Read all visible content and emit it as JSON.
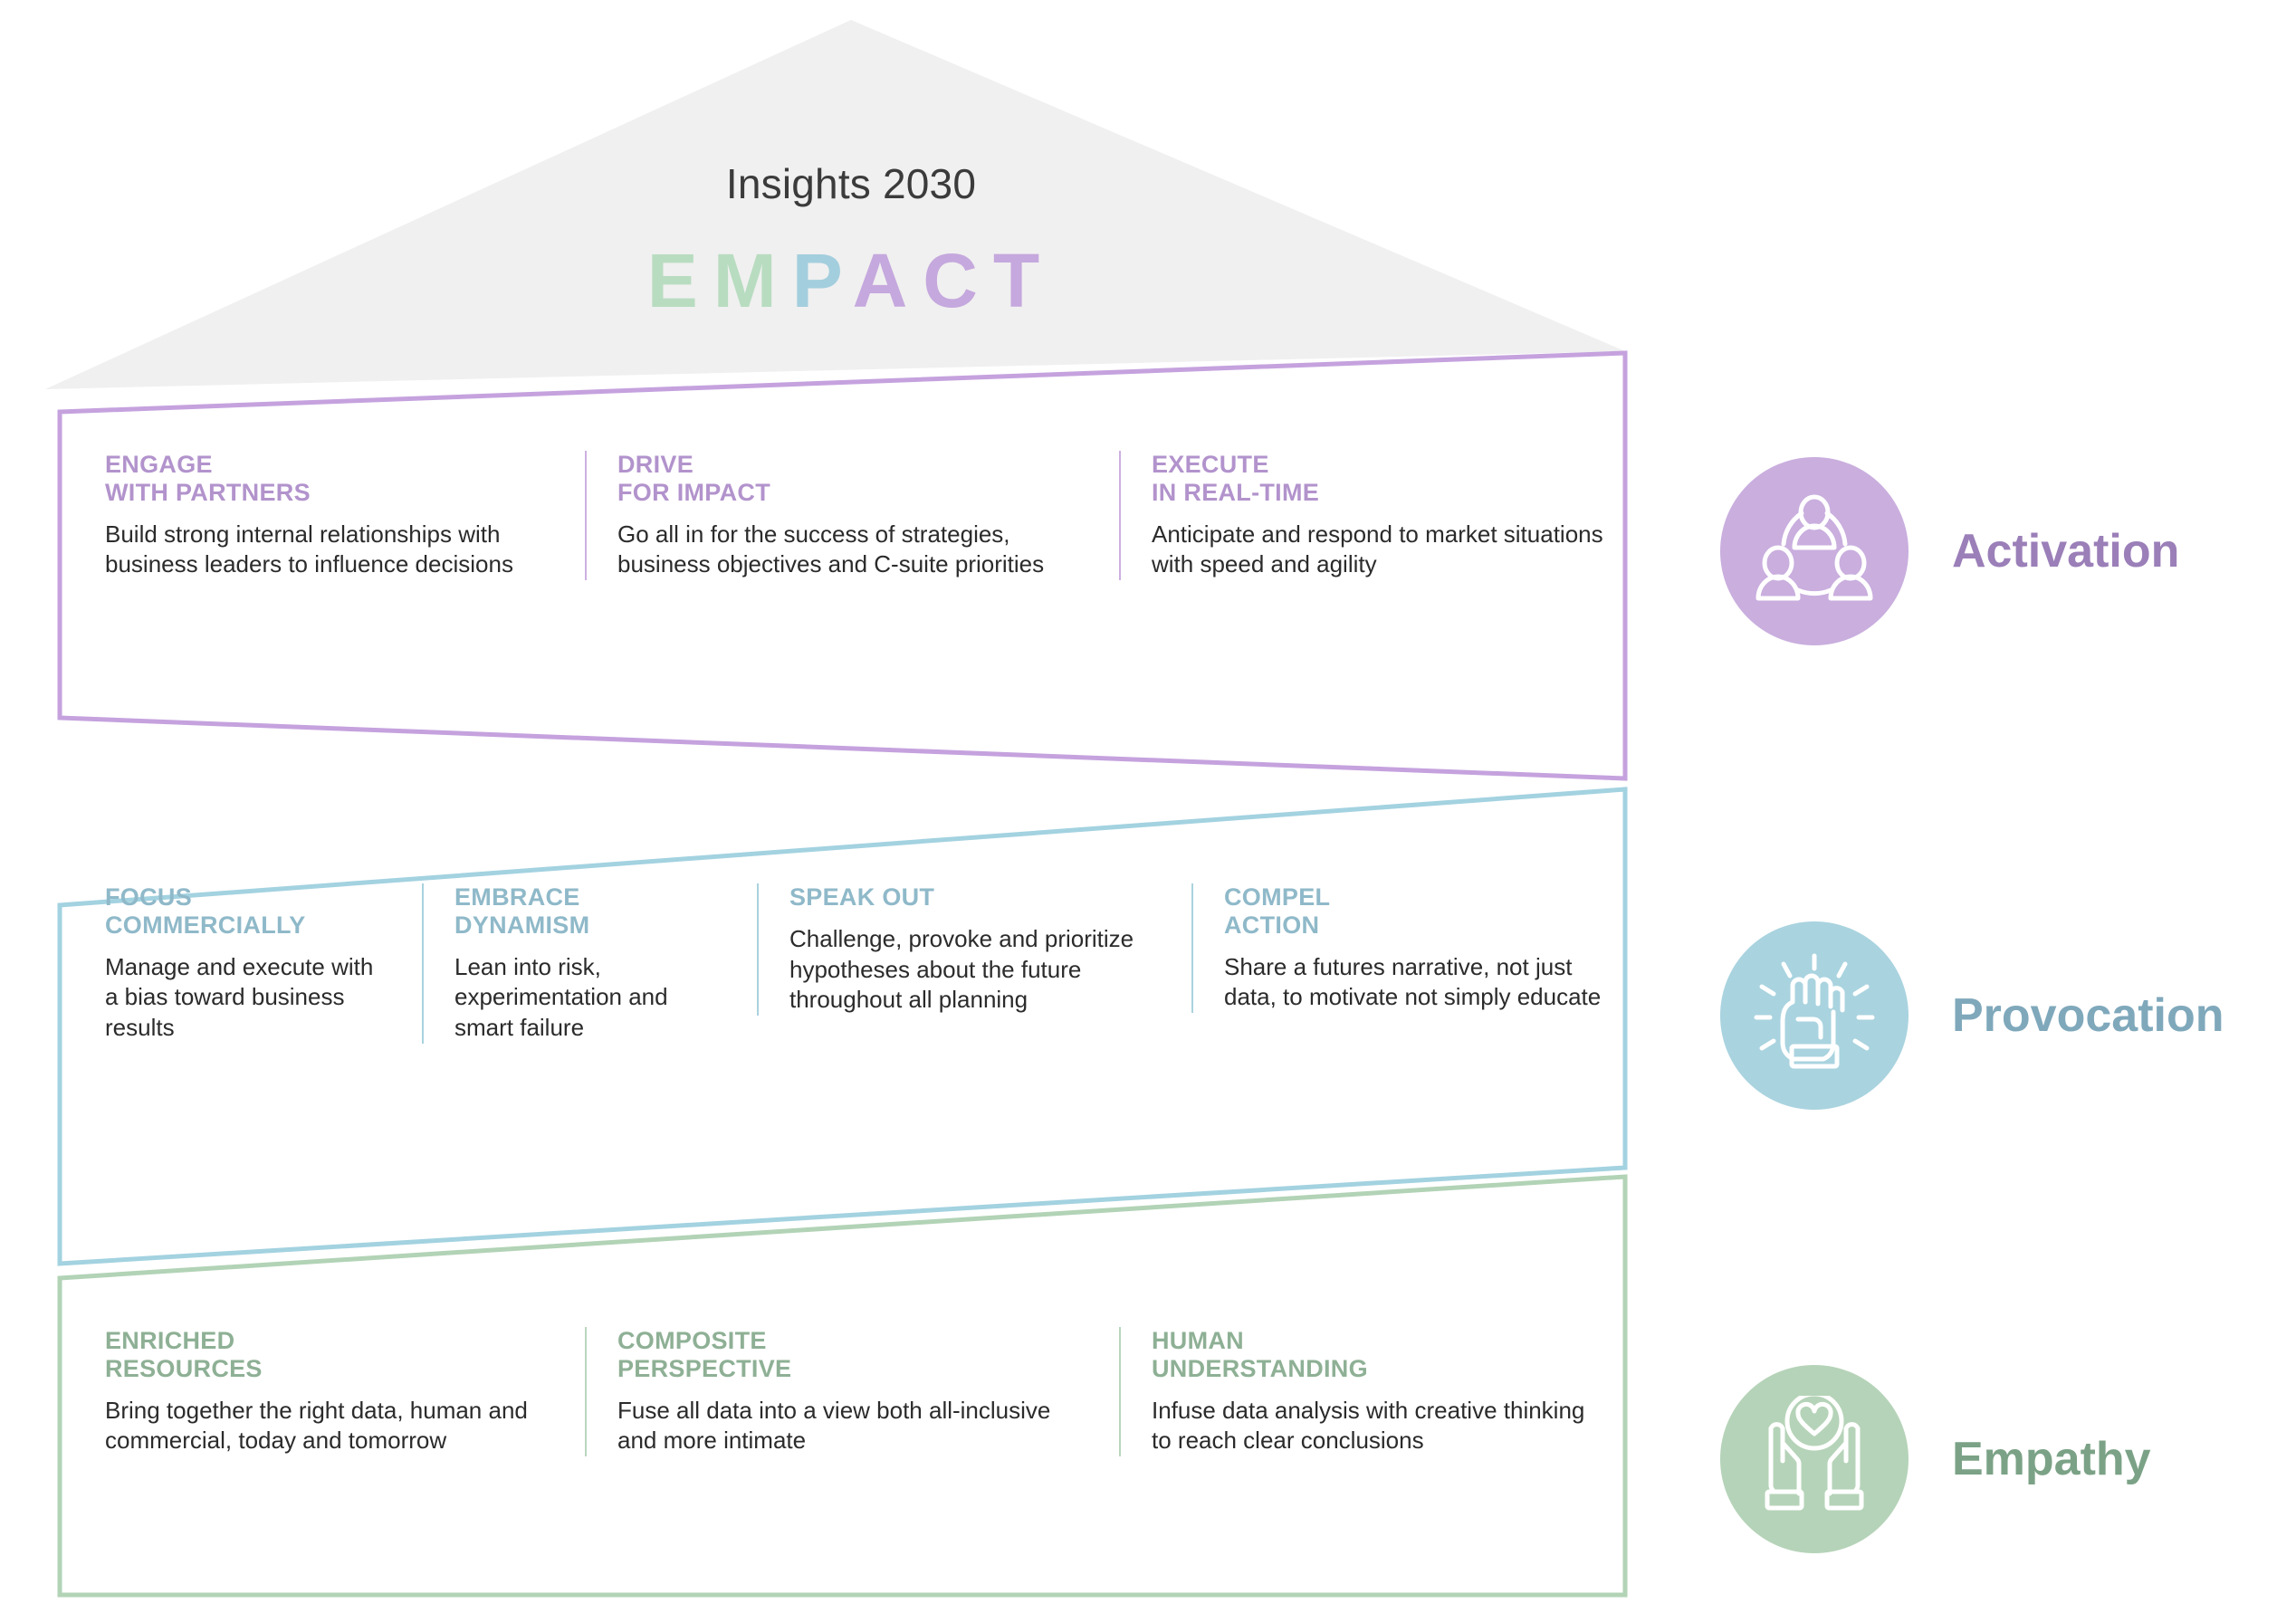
{
  "roof": {
    "title": "Insights 2030",
    "acronym_letters": [
      {
        "char": "E",
        "color": "#b8dcc0"
      },
      {
        "char": "M",
        "color": "#b8dcc0"
      },
      {
        "char": "P",
        "color": "#a3cedd"
      },
      {
        "char": "A",
        "color": "#c5a8dd"
      },
      {
        "char": "C",
        "color": "#c5a8dd"
      },
      {
        "char": "T",
        "color": "#c5a8dd"
      }
    ],
    "acronym_text": "EMPACT",
    "fill_color": "#f0f0f0"
  },
  "bands": [
    {
      "key": "activation",
      "legend_label": "Activation",
      "icon_name": "people-network-icon",
      "badge_color": "#c9aede",
      "label_color": "#9b7fb8",
      "outline_color": "#c5a2de",
      "title_color": "#b293cc",
      "columns": [
        {
          "title": "ENGAGE\nWITH PARTNERS",
          "desc": "Build strong internal relationships with business leaders to influence decisions"
        },
        {
          "title": "DRIVE\nFOR IMPACT",
          "desc": "Go all in for the success of strategies, business objectives and C-suite priorities"
        },
        {
          "title": "EXECUTE\nIN REAL-TIME",
          "desc": "Anticipate and respond to market situations with speed and agility"
        }
      ]
    },
    {
      "key": "provocation",
      "legend_label": "Provocation",
      "icon_name": "raised-fist-icon",
      "badge_color": "#a9d3df",
      "label_color": "#7fa8bb",
      "outline_color": "#a3d2e0",
      "title_color": "#8fb9c9",
      "columns": [
        {
          "title": "FOCUS\nCOMMERCIALLY",
          "desc": "Manage and execute with a bias toward business results"
        },
        {
          "title": "EMBRACE\nDYNAMISM",
          "desc": "Lean into risk, experimentation and smart failure"
        },
        {
          "title": "SPEAK OUT",
          "desc": "Challenge, provoke and prioritize hypotheses about the future throughout all planning"
        },
        {
          "title": "COMPEL\nACTION",
          "desc": "Share a futures narrative, not just data, to motivate not simply educate"
        }
      ]
    },
    {
      "key": "empathy",
      "legend_label": "Empathy",
      "icon_name": "hands-holding-heart-icon",
      "badge_color": "#b5d3b8",
      "label_color": "#7ba286",
      "outline_color": "#b2d3b6",
      "title_color": "#8eb095",
      "columns": [
        {
          "title": "ENRICHED\nRESOURCES",
          "desc": "Bring together the right data, human and commercial, today and tomorrow"
        },
        {
          "title": "COMPOSITE\nPERSPECTIVE",
          "desc": "Fuse all data into a view both all-inclusive and more intimate"
        },
        {
          "title": "HUMAN\nUNDERSTANDING",
          "desc": "Infuse data analysis with creative thinking to reach clear conclusions"
        }
      ]
    }
  ]
}
